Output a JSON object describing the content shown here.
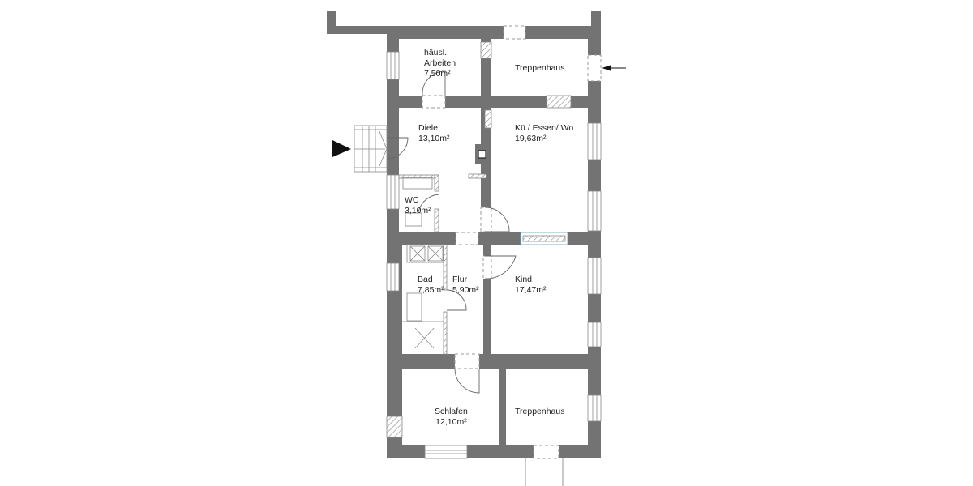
{
  "plan": {
    "wall_color": "#737373",
    "hatch_color": "#888888",
    "window_accent": "#5aa5b5",
    "rooms": [
      {
        "name": "häusl.",
        "name2": "Arbeiten",
        "area": "7,50m²"
      },
      {
        "name": "Treppenhaus"
      },
      {
        "name": "Diele",
        "area": "13,10m²"
      },
      {
        "name": "Kü./ Essen/ Wo",
        "area": "19,63m²"
      },
      {
        "name": "WC",
        "area": "3,10m²"
      },
      {
        "name": "Bad",
        "area": "7,85m²"
      },
      {
        "name": "Flur",
        "area": "5,90m²"
      },
      {
        "name": "Kind",
        "area": "17,47m²"
      },
      {
        "name": "Schlafen",
        "area": "12,10m²"
      },
      {
        "name": "Treppenhaus"
      }
    ],
    "icons": {
      "entrance_main": "triangle-arrow-right",
      "entrance_stair": "arrow-left"
    }
  }
}
